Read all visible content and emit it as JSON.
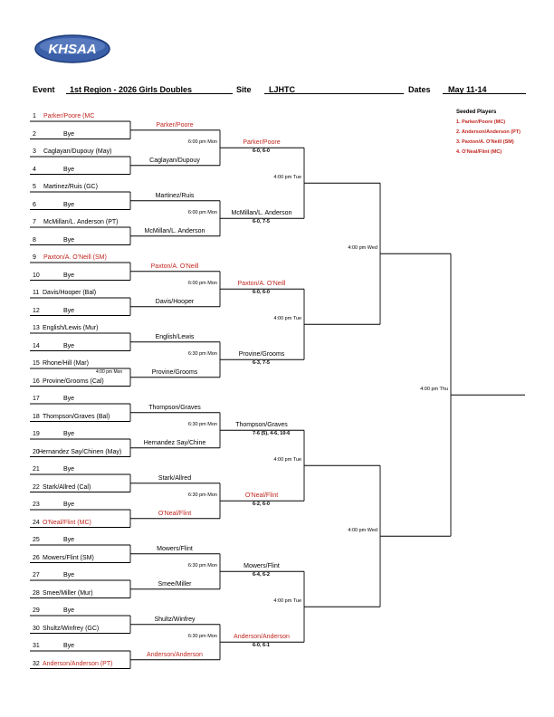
{
  "header": {
    "logo_text": "KHSAA",
    "event_label": "Event",
    "event_value": "1st Region - 2026 Girls Doubles",
    "site_label": "Site",
    "site_value": "LJHTC",
    "dates_label": "Dates",
    "dates_value": "May 11-14"
  },
  "seeded": {
    "title": "Seeded Players",
    "items": [
      "1. Parker/Poore (MC)",
      "2. Anderson/Anderson (PT)",
      "3. Paxton/A. O'Neill (SM)",
      "4. O'Neal/Flint (MC)"
    ]
  },
  "round1": [
    {
      "num": "1",
      "name": "Parker/Poore (MC",
      "seed": true
    },
    {
      "num": "2",
      "name": "Bye",
      "seed": false
    },
    {
      "num": "3",
      "name": "Caglayan/Dupouy (May)",
      "seed": false
    },
    {
      "num": "4",
      "name": "Bye",
      "seed": false
    },
    {
      "num": "5",
      "name": "Martinez/Ruis (GC)",
      "seed": false
    },
    {
      "num": "6",
      "name": "Bye",
      "seed": false
    },
    {
      "num": "7",
      "name": "McMillan/L. Anderson (PT)",
      "seed": false
    },
    {
      "num": "8",
      "name": "Bye",
      "seed": false
    },
    {
      "num": "9",
      "name": "Paxton/A. O'Neill (SM)",
      "seed": true
    },
    {
      "num": "10",
      "name": "Bye",
      "seed": false
    },
    {
      "num": "11",
      "name": "Davis/Hooper (Bal)",
      "seed": false
    },
    {
      "num": "12",
      "name": "Bye",
      "seed": false
    },
    {
      "num": "13",
      "name": "English/Lewis (Mur)",
      "seed": false
    },
    {
      "num": "14",
      "name": "Bye",
      "seed": false
    },
    {
      "num": "15",
      "name": "Rhone/Hill (Mar)",
      "seed": false
    },
    {
      "num": "16",
      "name": "Provine/Grooms (Cal)",
      "seed": false
    },
    {
      "num": "17",
      "name": "Bye",
      "seed": false
    },
    {
      "num": "18",
      "name": "Thompson/Graves (Bal)",
      "seed": false
    },
    {
      "num": "19",
      "name": "Bye",
      "seed": false
    },
    {
      "num": "20",
      "name": "Hernandez Say/Chinen (May)",
      "seed": false
    },
    {
      "num": "21",
      "name": "Bye",
      "seed": false
    },
    {
      "num": "22",
      "name": "Stark/Allred (Cal)",
      "seed": false
    },
    {
      "num": "23",
      "name": "Bye",
      "seed": false
    },
    {
      "num": "24",
      "name": "O'Neal/Flint (MC)",
      "seed": true
    },
    {
      "num": "25",
      "name": "Bye",
      "seed": false
    },
    {
      "num": "26",
      "name": "Mowers/Flint (SM)",
      "seed": false
    },
    {
      "num": "27",
      "name": "Bye",
      "seed": false
    },
    {
      "num": "28",
      "name": "Smee/Miller (Mur)",
      "seed": false
    },
    {
      "num": "29",
      "name": "Bye",
      "seed": false
    },
    {
      "num": "30",
      "name": "Shultz/Winfrey (GC)",
      "seed": false
    },
    {
      "num": "31",
      "name": "Bye",
      "seed": false
    },
    {
      "num": "32",
      "name": "Anderson/Anderson (PT)",
      "seed": true
    }
  ],
  "r1_extra_time": "4:00 pm Mon",
  "round2": [
    {
      "name": "Parker/Poore",
      "seed": true
    },
    {
      "name": "Caglayan/Dupouy",
      "seed": false
    },
    {
      "name": "Martinez/Ruis",
      "seed": false
    },
    {
      "name": "McMillan/L. Anderson",
      "seed": false
    },
    {
      "name": "Paxton/A. O'Neill",
      "seed": true
    },
    {
      "name": "Davis/Hooper",
      "seed": false
    },
    {
      "name": "English/Lewis",
      "seed": false
    },
    {
      "name": "Provine/Grooms",
      "seed": false
    },
    {
      "name": "Thompson/Graves",
      "seed": false
    },
    {
      "name": "Hernandez Say/Chine",
      "seed": false
    },
    {
      "name": "Stark/Allred",
      "seed": false
    },
    {
      "name": "O'Neal/Flint",
      "seed": true
    },
    {
      "name": "Mowers/Flint",
      "seed": false
    },
    {
      "name": "Smee/Miller",
      "seed": false
    },
    {
      "name": "Shultz/Winfrey",
      "seed": false
    },
    {
      "name": "Anderson/Anderson",
      "seed": true
    }
  ],
  "round2_times": [
    "6:00 pm Mon",
    "6:00 pm Mon",
    "6:00 pm Mon",
    "6:30 pm Mon",
    "6:30 pm Mon",
    "6:30 pm Mon",
    "6:30 pm Mon",
    "6:30 pm Mon"
  ],
  "round3": [
    {
      "name": "Parker/Poore",
      "seed": true,
      "score": "6-0, 6-0"
    },
    {
      "name": "McMillan/L. Anderson",
      "seed": false,
      "score": "6-0, 7-5"
    },
    {
      "name": "Paxton/A. O'Neill",
      "seed": true,
      "score": "6-0, 6-0"
    },
    {
      "name": "Provine/Grooms",
      "seed": false,
      "score": "6-3, 7-5"
    },
    {
      "name": "Thompson/Graves",
      "seed": false,
      "score": "7-6 (5), 4-6, 10-6"
    },
    {
      "name": "O'Neal/Flint",
      "seed": true,
      "score": "6-2, 6-0"
    },
    {
      "name": "Mowers/Flint",
      "seed": false,
      "score": "6-4, 6-2"
    },
    {
      "name": "Anderson/Anderson",
      "seed": true,
      "score": "6-0, 6-1"
    }
  ],
  "round3_times": [
    "4:00 pm Tue",
    "4:00 pm Tue",
    "4:00 pm Tue",
    "4:00 pm Tue"
  ],
  "round4_times": [
    "4:00 pm Wed",
    "4:00 pm Wed"
  ],
  "final_time": "4:00 pm Thu",
  "colors": {
    "seed": "#c0261f",
    "logo": "#3b5fa8"
  }
}
